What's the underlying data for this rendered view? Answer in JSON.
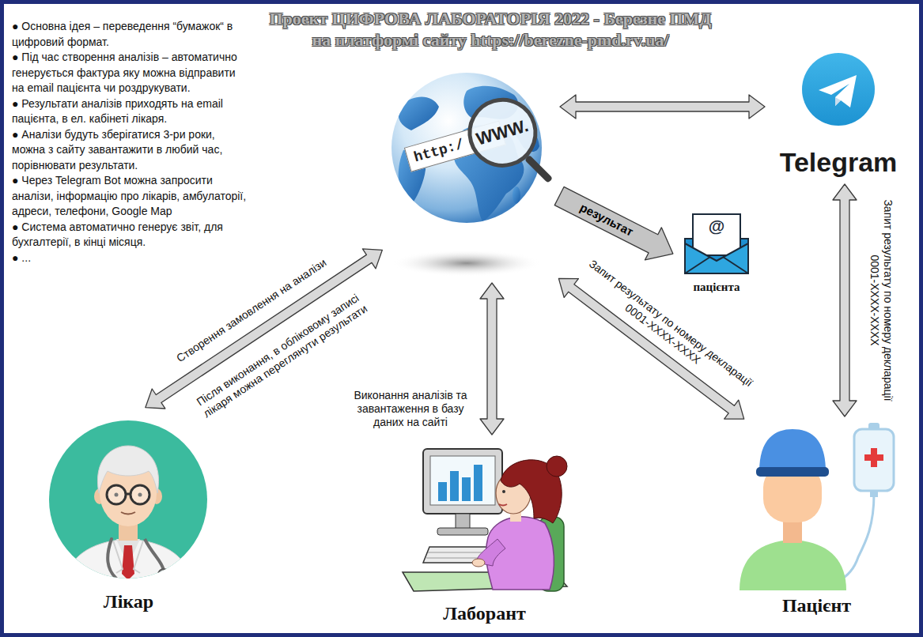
{
  "diagram": {
    "title": "Проект ЦИФРОВА ЛАБОРАТОРІЯ 2022 - Березне ПМД на платформі сайту https://berezne-pmd.rv.ua/",
    "nodes": [
      {
        "text": [
          "http:/",
          "WWW."
        ]
      },
      {
        "text": [
          "Telegram"
        ]
      },
      {
        "text": [
          "@",
          "пацієнта"
        ]
      },
      {
        "text": [
          "Лікар"
        ]
      },
      {
        "text": [
          "Лаборант"
        ]
      },
      {
        "text": [
          "Пацієнт"
        ]
      }
    ],
    "edges": [
      {
        "from": 0,
        "to": 1,
        "arrow": "both"
      },
      {
        "from": 0,
        "to": 2,
        "label": "результат",
        "arrow": "to"
      },
      {
        "from": 0,
        "to": 3,
        "label": "Створення замовлення на аналізи",
        "arrow": "both"
      },
      {
        "from": 0,
        "to": 4,
        "label": "Виконання аналізів та завантаження в базу даних на сайті",
        "arrow": "both"
      },
      {
        "from": 0,
        "to": 5,
        "label": "Запит результату по номеру декларації 0001-XXXX-XXXX",
        "arrow": "both"
      },
      {
        "from": 1,
        "to": 5,
        "label": "Запит результату по номеру декларації 0001-XXXX-XXXX",
        "arrow": "both"
      }
    ],
    "labels": [
      "● Основна ідея – переведення “бумажок“ в цифровий формат.",
      "● Під час створення аналізів – автоматично генерується фактура яку можна відправити на email пацієнта чи роздрукувати.",
      "● Результати аналізів приходять на email пацієнта, в ел. кабінеті лікаря.",
      "● Аналізи будуть зберігатися 3-ри роки, можна з сайту завантажити в любий час, порівнювати результати.",
      "● Через Telegram Bot можна запросити аналізи, інформацію про лікарів, амбулаторії, адреси, телефони, Google Map",
      "● Система автоматично генерує звіт, для бухгалтерії, в кінці місяця.",
      "● ...",
      "Після виконання, в обліковому записі лікаря можна переглянути результати"
    ]
  }
}
